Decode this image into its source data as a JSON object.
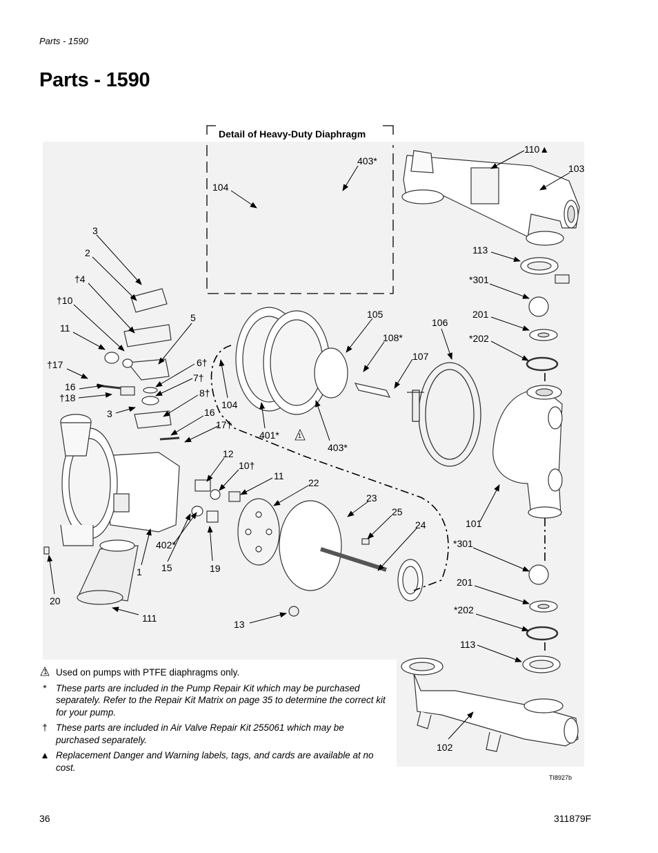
{
  "header": {
    "running_title": "Parts - 1590",
    "page_title": "Parts - 1590"
  },
  "detail_box": {
    "title": "Detail of Heavy-Duty Diaphragm"
  },
  "callouts": {
    "c110": "110▲",
    "c103": "103",
    "c403a": "403*",
    "c104a": "104",
    "c3a": "3",
    "c2": "2",
    "c4": "†4",
    "c10a": "†10",
    "c11a": "11",
    "c5": "5",
    "c17a": "†17",
    "c16a": "16",
    "c18": "†18",
    "c3b": "3",
    "c6": "6†",
    "c7": "7†",
    "c8": "8†",
    "c16b": "16",
    "c17b": "17†",
    "c104b": "104",
    "c105": "105",
    "c108": "108*",
    "c107": "107",
    "c106": "106",
    "c113a": "113",
    "c301a": "*301",
    "c201a": "201",
    "c202a": "*202",
    "c401": "401*",
    "c403b": "403*",
    "c12": "12",
    "c10b": "10†",
    "c11b": "11",
    "c22": "22",
    "c23": "23",
    "c25": "25",
    "c24": "24",
    "c101": "101",
    "c402": "402*",
    "c15": "15",
    "c19": "19",
    "c1": "1",
    "c20": "20",
    "c111": "111",
    "c13": "13",
    "c301b": "*301",
    "c201b": "201",
    "c202b": "*202",
    "c113b": "113",
    "c102": "102",
    "note_flag": "1"
  },
  "figure_id": "TI8927b",
  "notes": [
    {
      "mark": "1",
      "text": "Used on pumps with PTFE diaphragms only."
    },
    {
      "mark": "*",
      "text": "These parts are included in the Pump Repair Kit which may be purchased separately. Refer to the Repair Kit Matrix on page 35 to determine the correct kit for your pump."
    },
    {
      "mark": "†",
      "text": "These parts are included in Air Valve Repair Kit 255061 which may be purchased separately."
    },
    {
      "mark": "▲",
      "text": "Replacement Danger and Warning labels, tags, and cards are available at no cost."
    }
  ],
  "footer": {
    "page_number": "36",
    "doc_number": "311879F"
  }
}
